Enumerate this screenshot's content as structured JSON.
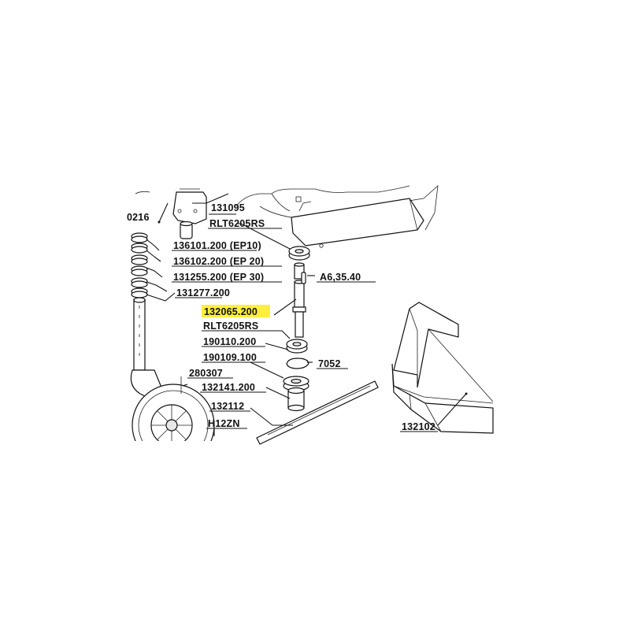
{
  "labels": {
    "cut_left": "0216",
    "p131095": "131095",
    "rlt_top": "RLT6205RS",
    "p136101": "136101.200 (EP10)",
    "p136102": "136102.200 (EP 20)",
    "p131255": "131255.200 (EP 30)",
    "p131277": "131277.200",
    "pA6": "A6,35.40",
    "p132065": "132065.200",
    "rlt_bottom": "RLT6205RS",
    "p190110": "190110.200",
    "p7052": "7052",
    "p190109": "190109.100",
    "p280307": "280307",
    "p132141": "132141.200",
    "p132112": "132112",
    "pH12ZN": "H12ZN",
    "p132102": "132102"
  },
  "colors": {
    "highlight": "#ffef3a",
    "ink": "#111111"
  }
}
